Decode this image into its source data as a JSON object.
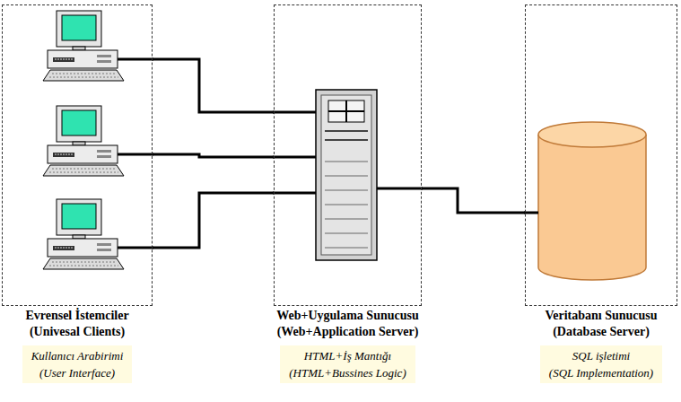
{
  "diagram": {
    "nodes": [
      {
        "text": [
          "Evrensel İstemciler",
          "(Univesal Clients)",
          "Kullanıcı Arabirimi",
          "(User Interface)"
        ]
      },
      {
        "text": [
          "Web+Uygulama Sunucusu",
          "(Web+Application Server)",
          "HTML+İş Mantığı",
          "(HTML+Bussines Logic)"
        ]
      },
      {
        "text": [
          "Veritabanı Sunucusu",
          "(Database Server)",
          "SQL işletimi",
          "(SQL Implementation)"
        ]
      }
    ],
    "edges": [
      {
        "from": 0,
        "to": 1,
        "arrow": "none"
      },
      {
        "from": 0,
        "to": 1,
        "arrow": "none"
      },
      {
        "from": 0,
        "to": 1,
        "arrow": "none"
      },
      {
        "from": 1,
        "to": 2,
        "arrow": "none"
      }
    ]
  }
}
